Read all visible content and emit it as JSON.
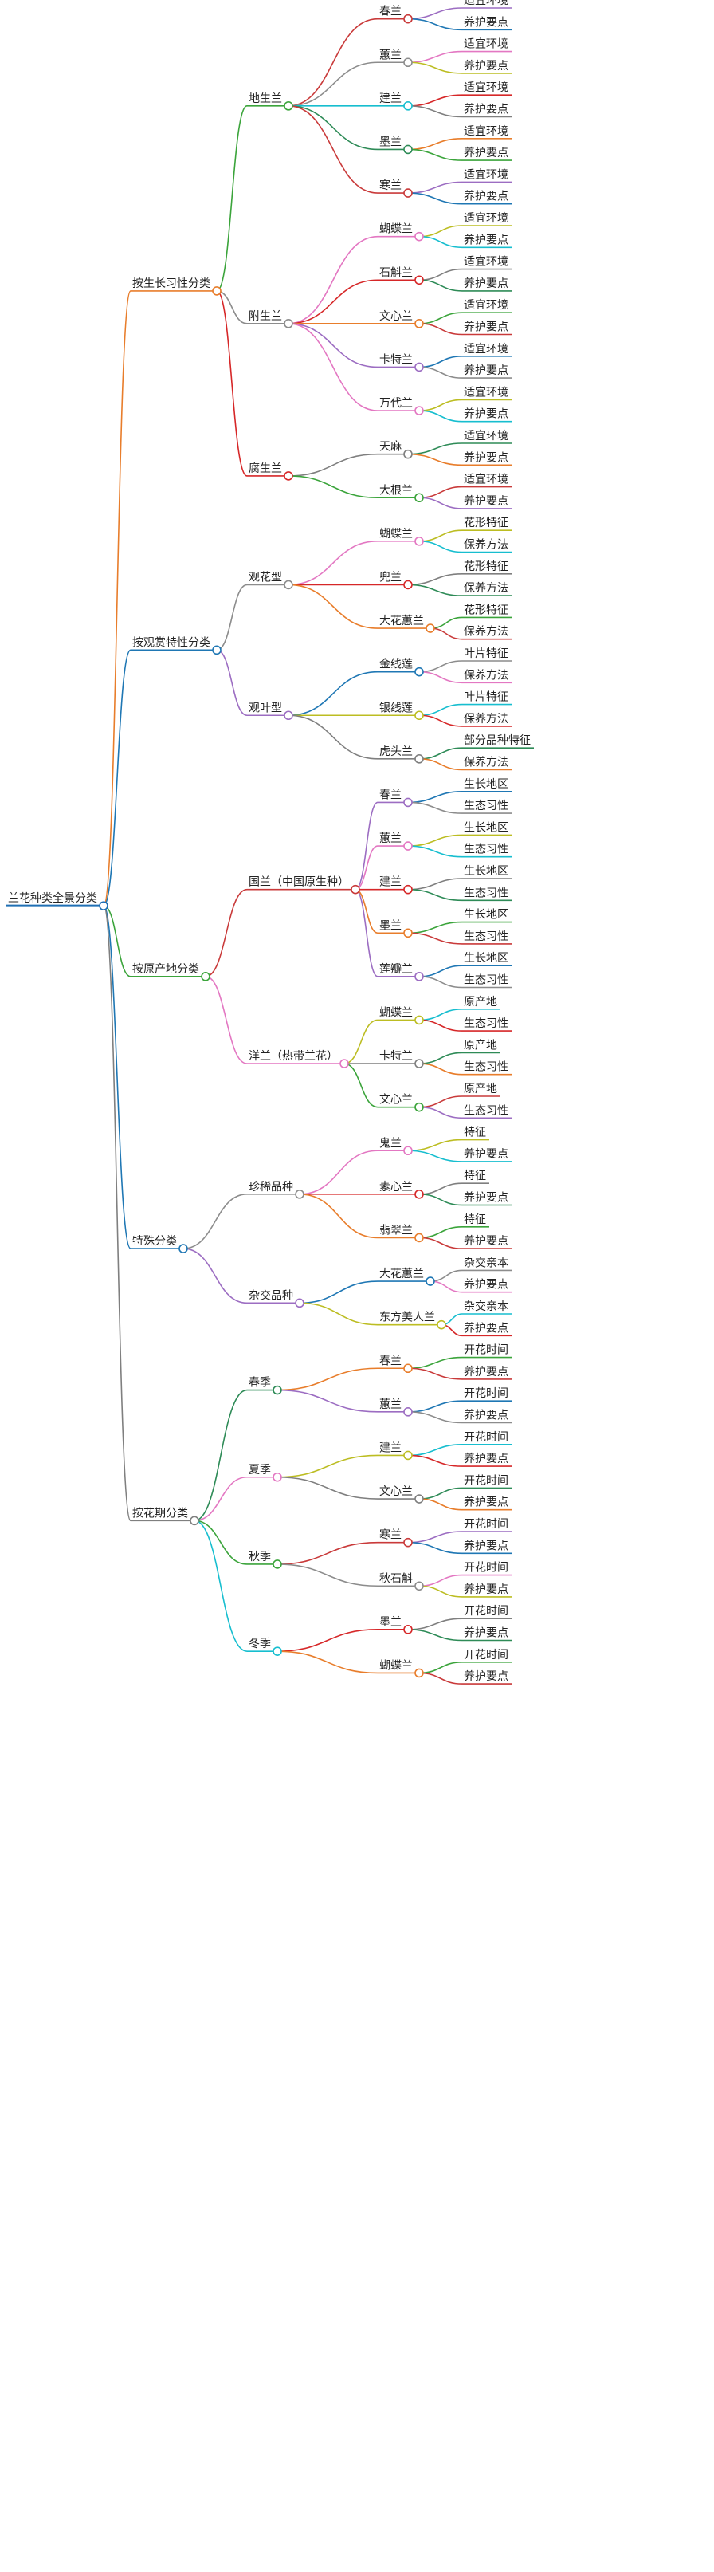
{
  "title": "兰花种类全景分类",
  "colors": {
    "root_underline": "#1f6fb4",
    "node_dot": "#ffffff",
    "palette": [
      "#e87d2b",
      "#3ba43b",
      "#c93a3a",
      "#9c6dc2",
      "#1f77b4",
      "#8c8c8c",
      "#e377c2",
      "#bcbd22",
      "#17becf",
      "#d62728",
      "#7f7f7f",
      "#2e8b57"
    ]
  },
  "tree": {
    "label": "兰花种类全景分类",
    "children": [
      {
        "label": "按生长习性分类",
        "children": [
          {
            "label": "地生兰",
            "children": [
              {
                "label": "春兰",
                "children": [
                  {
                    "label": "适宜环境"
                  },
                  {
                    "label": "养护要点"
                  }
                ]
              },
              {
                "label": "蕙兰",
                "children": [
                  {
                    "label": "适宜环境"
                  },
                  {
                    "label": "养护要点"
                  }
                ]
              },
              {
                "label": "建兰",
                "children": [
                  {
                    "label": "适宜环境"
                  },
                  {
                    "label": "养护要点"
                  }
                ]
              },
              {
                "label": "墨兰",
                "children": [
                  {
                    "label": "适宜环境"
                  },
                  {
                    "label": "养护要点"
                  }
                ]
              },
              {
                "label": "寒兰",
                "children": [
                  {
                    "label": "适宜环境"
                  },
                  {
                    "label": "养护要点"
                  }
                ]
              }
            ]
          },
          {
            "label": "附生兰",
            "children": [
              {
                "label": "蝴蝶兰",
                "children": [
                  {
                    "label": "适宜环境"
                  },
                  {
                    "label": "养护要点"
                  }
                ]
              },
              {
                "label": "石斛兰",
                "children": [
                  {
                    "label": "适宜环境"
                  },
                  {
                    "label": "养护要点"
                  }
                ]
              },
              {
                "label": "文心兰",
                "children": [
                  {
                    "label": "适宜环境"
                  },
                  {
                    "label": "养护要点"
                  }
                ]
              },
              {
                "label": "卡特兰",
                "children": [
                  {
                    "label": "适宜环境"
                  },
                  {
                    "label": "养护要点"
                  }
                ]
              },
              {
                "label": "万代兰",
                "children": [
                  {
                    "label": "适宜环境"
                  },
                  {
                    "label": "养护要点"
                  }
                ]
              }
            ]
          },
          {
            "label": "腐生兰",
            "children": [
              {
                "label": "天麻",
                "children": [
                  {
                    "label": "适宜环境"
                  },
                  {
                    "label": "养护要点"
                  }
                ]
              },
              {
                "label": "大根兰",
                "children": [
                  {
                    "label": "适宜环境"
                  },
                  {
                    "label": "养护要点"
                  }
                ]
              }
            ]
          }
        ]
      },
      {
        "label": "按观赏特性分类",
        "children": [
          {
            "label": "观花型",
            "children": [
              {
                "label": "蝴蝶兰",
                "children": [
                  {
                    "label": "花形特征"
                  },
                  {
                    "label": "保养方法"
                  }
                ]
              },
              {
                "label": "兜兰",
                "children": [
                  {
                    "label": "花形特征"
                  },
                  {
                    "label": "保养方法"
                  }
                ]
              },
              {
                "label": "大花蕙兰",
                "children": [
                  {
                    "label": "花形特征"
                  },
                  {
                    "label": "保养方法"
                  }
                ]
              }
            ]
          },
          {
            "label": "观叶型",
            "children": [
              {
                "label": "金线莲",
                "children": [
                  {
                    "label": "叶片特征"
                  },
                  {
                    "label": "保养方法"
                  }
                ]
              },
              {
                "label": "银线莲",
                "children": [
                  {
                    "label": "叶片特征"
                  },
                  {
                    "label": "保养方法"
                  }
                ]
              },
              {
                "label": "虎头兰",
                "children": [
                  {
                    "label": "部分品种特征"
                  },
                  {
                    "label": "保养方法"
                  }
                ]
              }
            ]
          }
        ]
      },
      {
        "label": "按原产地分类",
        "children": [
          {
            "label": "国兰（中国原生种）",
            "children": [
              {
                "label": "春兰",
                "children": [
                  {
                    "label": "生长地区"
                  },
                  {
                    "label": "生态习性"
                  }
                ]
              },
              {
                "label": "蕙兰",
                "children": [
                  {
                    "label": "生长地区"
                  },
                  {
                    "label": "生态习性"
                  }
                ]
              },
              {
                "label": "建兰",
                "children": [
                  {
                    "label": "生长地区"
                  },
                  {
                    "label": "生态习性"
                  }
                ]
              },
              {
                "label": "墨兰",
                "children": [
                  {
                    "label": "生长地区"
                  },
                  {
                    "label": "生态习性"
                  }
                ]
              },
              {
                "label": "莲瓣兰",
                "children": [
                  {
                    "label": "生长地区"
                  },
                  {
                    "label": "生态习性"
                  }
                ]
              }
            ]
          },
          {
            "label": "洋兰（热带兰花）",
            "children": [
              {
                "label": "蝴蝶兰",
                "children": [
                  {
                    "label": "原产地"
                  },
                  {
                    "label": "生态习性"
                  }
                ]
              },
              {
                "label": "卡特兰",
                "children": [
                  {
                    "label": "原产地"
                  },
                  {
                    "label": "生态习性"
                  }
                ]
              },
              {
                "label": "文心兰",
                "children": [
                  {
                    "label": "原产地"
                  },
                  {
                    "label": "生态习性"
                  }
                ]
              }
            ]
          }
        ]
      },
      {
        "label": "特殊分类",
        "children": [
          {
            "label": "珍稀品种",
            "children": [
              {
                "label": "鬼兰",
                "children": [
                  {
                    "label": "特征"
                  },
                  {
                    "label": "养护要点"
                  }
                ]
              },
              {
                "label": "素心兰",
                "children": [
                  {
                    "label": "特征"
                  },
                  {
                    "label": "养护要点"
                  }
                ]
              },
              {
                "label": "翡翠兰",
                "children": [
                  {
                    "label": "特征"
                  },
                  {
                    "label": "养护要点"
                  }
                ]
              }
            ]
          },
          {
            "label": "杂交品种",
            "children": [
              {
                "label": "大花蕙兰",
                "children": [
                  {
                    "label": "杂交亲本"
                  },
                  {
                    "label": "养护要点"
                  }
                ]
              },
              {
                "label": "东方美人兰",
                "children": [
                  {
                    "label": "杂交亲本"
                  },
                  {
                    "label": "养护要点"
                  }
                ]
              }
            ]
          }
        ]
      },
      {
        "label": "按花期分类",
        "children": [
          {
            "label": "春季",
            "children": [
              {
                "label": "春兰",
                "children": [
                  {
                    "label": "开花时间"
                  },
                  {
                    "label": "养护要点"
                  }
                ]
              },
              {
                "label": "蕙兰",
                "children": [
                  {
                    "label": "开花时间"
                  },
                  {
                    "label": "养护要点"
                  }
                ]
              }
            ]
          },
          {
            "label": "夏季",
            "children": [
              {
                "label": "建兰",
                "children": [
                  {
                    "label": "开花时间"
                  },
                  {
                    "label": "养护要点"
                  }
                ]
              },
              {
                "label": "文心兰",
                "children": [
                  {
                    "label": "开花时间"
                  },
                  {
                    "label": "养护要点"
                  }
                ]
              }
            ]
          },
          {
            "label": "秋季",
            "children": [
              {
                "label": "寒兰",
                "children": [
                  {
                    "label": "开花时间"
                  },
                  {
                    "label": "养护要点"
                  }
                ]
              },
              {
                "label": "秋石斛",
                "children": [
                  {
                    "label": "开花时间"
                  },
                  {
                    "label": "养护要点"
                  }
                ]
              }
            ]
          },
          {
            "label": "冬季",
            "children": [
              {
                "label": "墨兰",
                "children": [
                  {
                    "label": "开花时间"
                  },
                  {
                    "label": "养护要点"
                  }
                ]
              },
              {
                "label": "蝴蝶兰",
                "children": [
                  {
                    "label": "开花时间"
                  },
                  {
                    "label": "养护要点"
                  }
                ]
              }
            ]
          }
        ]
      }
    ]
  }
}
